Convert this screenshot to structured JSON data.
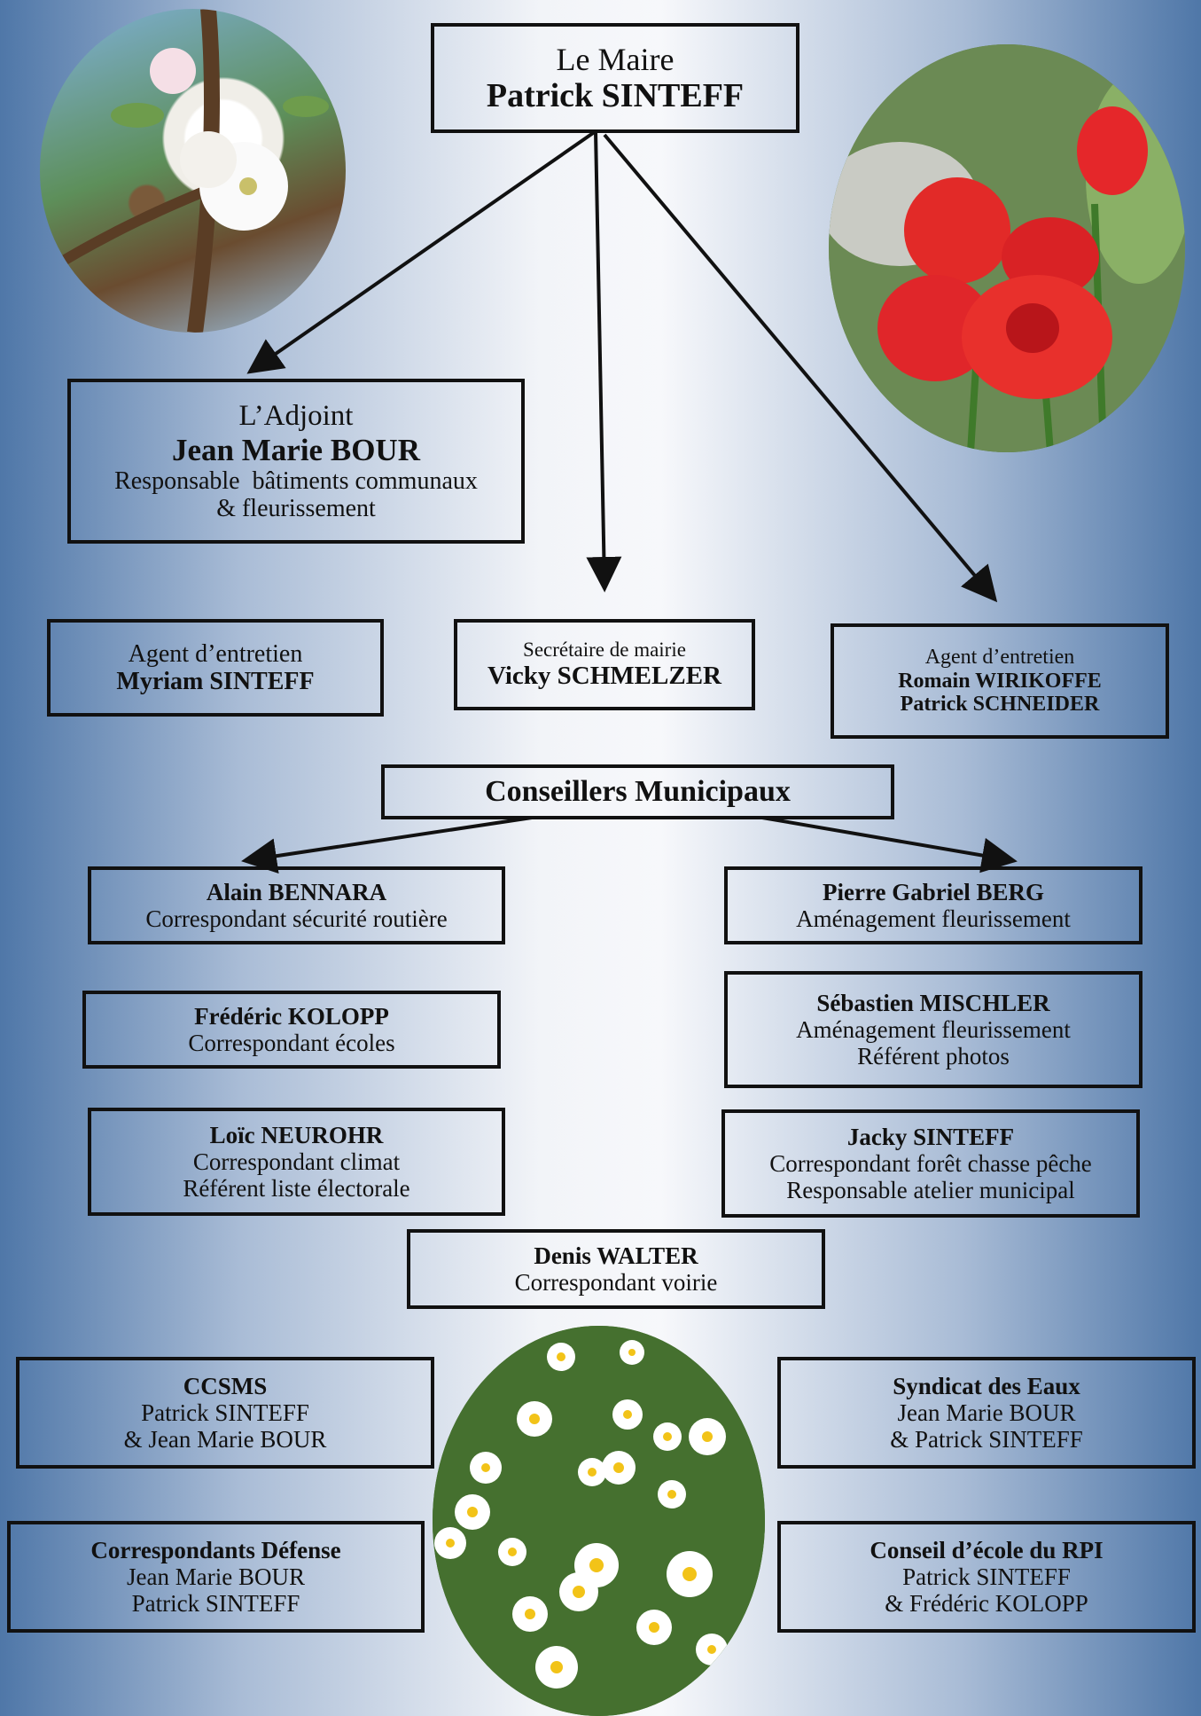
{
  "mayor": {
    "title": "Le Maire",
    "name": "Patrick SINTEFF"
  },
  "deputy": {
    "title": "L’Adjoint",
    "name": "Jean Marie BOUR",
    "role1": "Responsable  bâtiments communaux",
    "role2": "& fleurissement"
  },
  "agent_left": {
    "title": "Agent d’entretien",
    "name": "Myriam SINTEFF"
  },
  "secretary": {
    "title": "Secrétaire de mairie",
    "name": "Vicky SCHMELZER"
  },
  "agent_right": {
    "title": "Agent d’entretien",
    "name1": "Romain WIRIKOFFE",
    "name2": "Patrick SCHNEIDER"
  },
  "council_header": "Conseillers Municipaux",
  "councillors": {
    "bennara": {
      "name": "Alain BENNARA",
      "role1": "Correspondant sécurité routière"
    },
    "berg": {
      "name": "Pierre Gabriel BERG",
      "role1": "Aménagement fleurissement"
    },
    "kolopp": {
      "name": "Frédéric KOLOPP",
      "role1": "Correspondant écoles"
    },
    "mischler": {
      "name": "Sébastien MISCHLER",
      "role1": "Aménagement fleurissement",
      "role2": "Référent photos"
    },
    "neurohr": {
      "name": "Loïc NEUROHR",
      "role1": "Correspondant climat",
      "role2": "Référent liste électorale"
    },
    "jacky": {
      "name": "Jacky SINTEFF",
      "role1": "Correspondant forêt chasse pêche",
      "role2": "Responsable atelier municipal"
    },
    "walter": {
      "name": "Denis WALTER",
      "role1": "Correspondant voirie"
    }
  },
  "bodies": {
    "ccsms": {
      "name": "CCSMS",
      "line1": "Patrick SINTEFF",
      "line2": "& Jean Marie BOUR"
    },
    "eaux": {
      "name": "Syndicat des Eaux",
      "line1": "Jean Marie BOUR",
      "line2": "& Patrick SINTEFF"
    },
    "defense": {
      "name": "Correspondants Défense",
      "line1": "Jean Marie BOUR",
      "line2": "Patrick SINTEFF"
    },
    "rpi": {
      "name": "Conseil d’école du RPI",
      "line1": "Patrick SINTEFF",
      "line2": "& Frédéric KOLOPP"
    }
  },
  "photos": [
    "apple-blossom-photo",
    "red-tulips-photo",
    "daisies-photo"
  ]
}
